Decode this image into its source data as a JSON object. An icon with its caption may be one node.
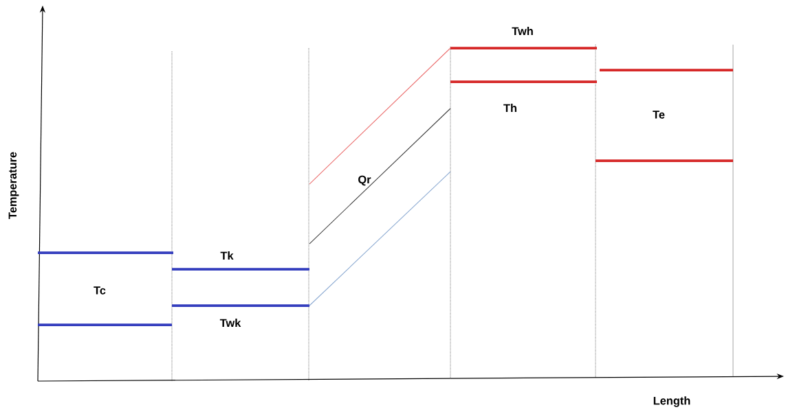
{
  "diagram": {
    "labels": [
      "Temperature",
      "Length",
      "Tc",
      "Tk",
      "Twk",
      "Qr",
      "Twh",
      "Th",
      "Te"
    ]
  }
}
